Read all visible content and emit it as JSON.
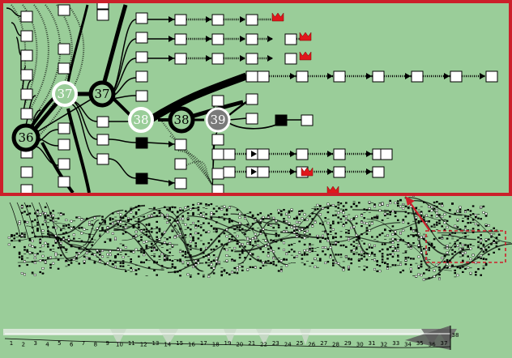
{
  "colors": {
    "background": "#9acd99",
    "inset_border": "#cc1f2a",
    "highlight_arrow": "#cc1f2a",
    "dashed_box": "#cc1f2a",
    "crown": "#e0171c",
    "node_black": "#000000",
    "node_white": "#ffffff",
    "node_grey": "#7a7a7a"
  },
  "inset_nodes": {
    "n36": "36",
    "n37_white": "37",
    "n37_black": "37",
    "n38_white": "38",
    "n38_black": "38",
    "n39": "39"
  },
  "timeline": {
    "labels": [
      "1",
      "2",
      "3",
      "4",
      "5",
      "6",
      "7",
      "8",
      "9",
      "10",
      "11",
      "12",
      "13",
      "14",
      "15",
      "16",
      "17",
      "18",
      "19",
      "20",
      "21",
      "22",
      "23",
      "24",
      "25",
      "26",
      "27",
      "28",
      "29",
      "30",
      "31",
      "32",
      "33",
      "34",
      "35",
      "36",
      "37"
    ],
    "end_label": "38"
  },
  "icons": {
    "crown": "crown-icon",
    "arrow": "red-arrow-icon"
  }
}
